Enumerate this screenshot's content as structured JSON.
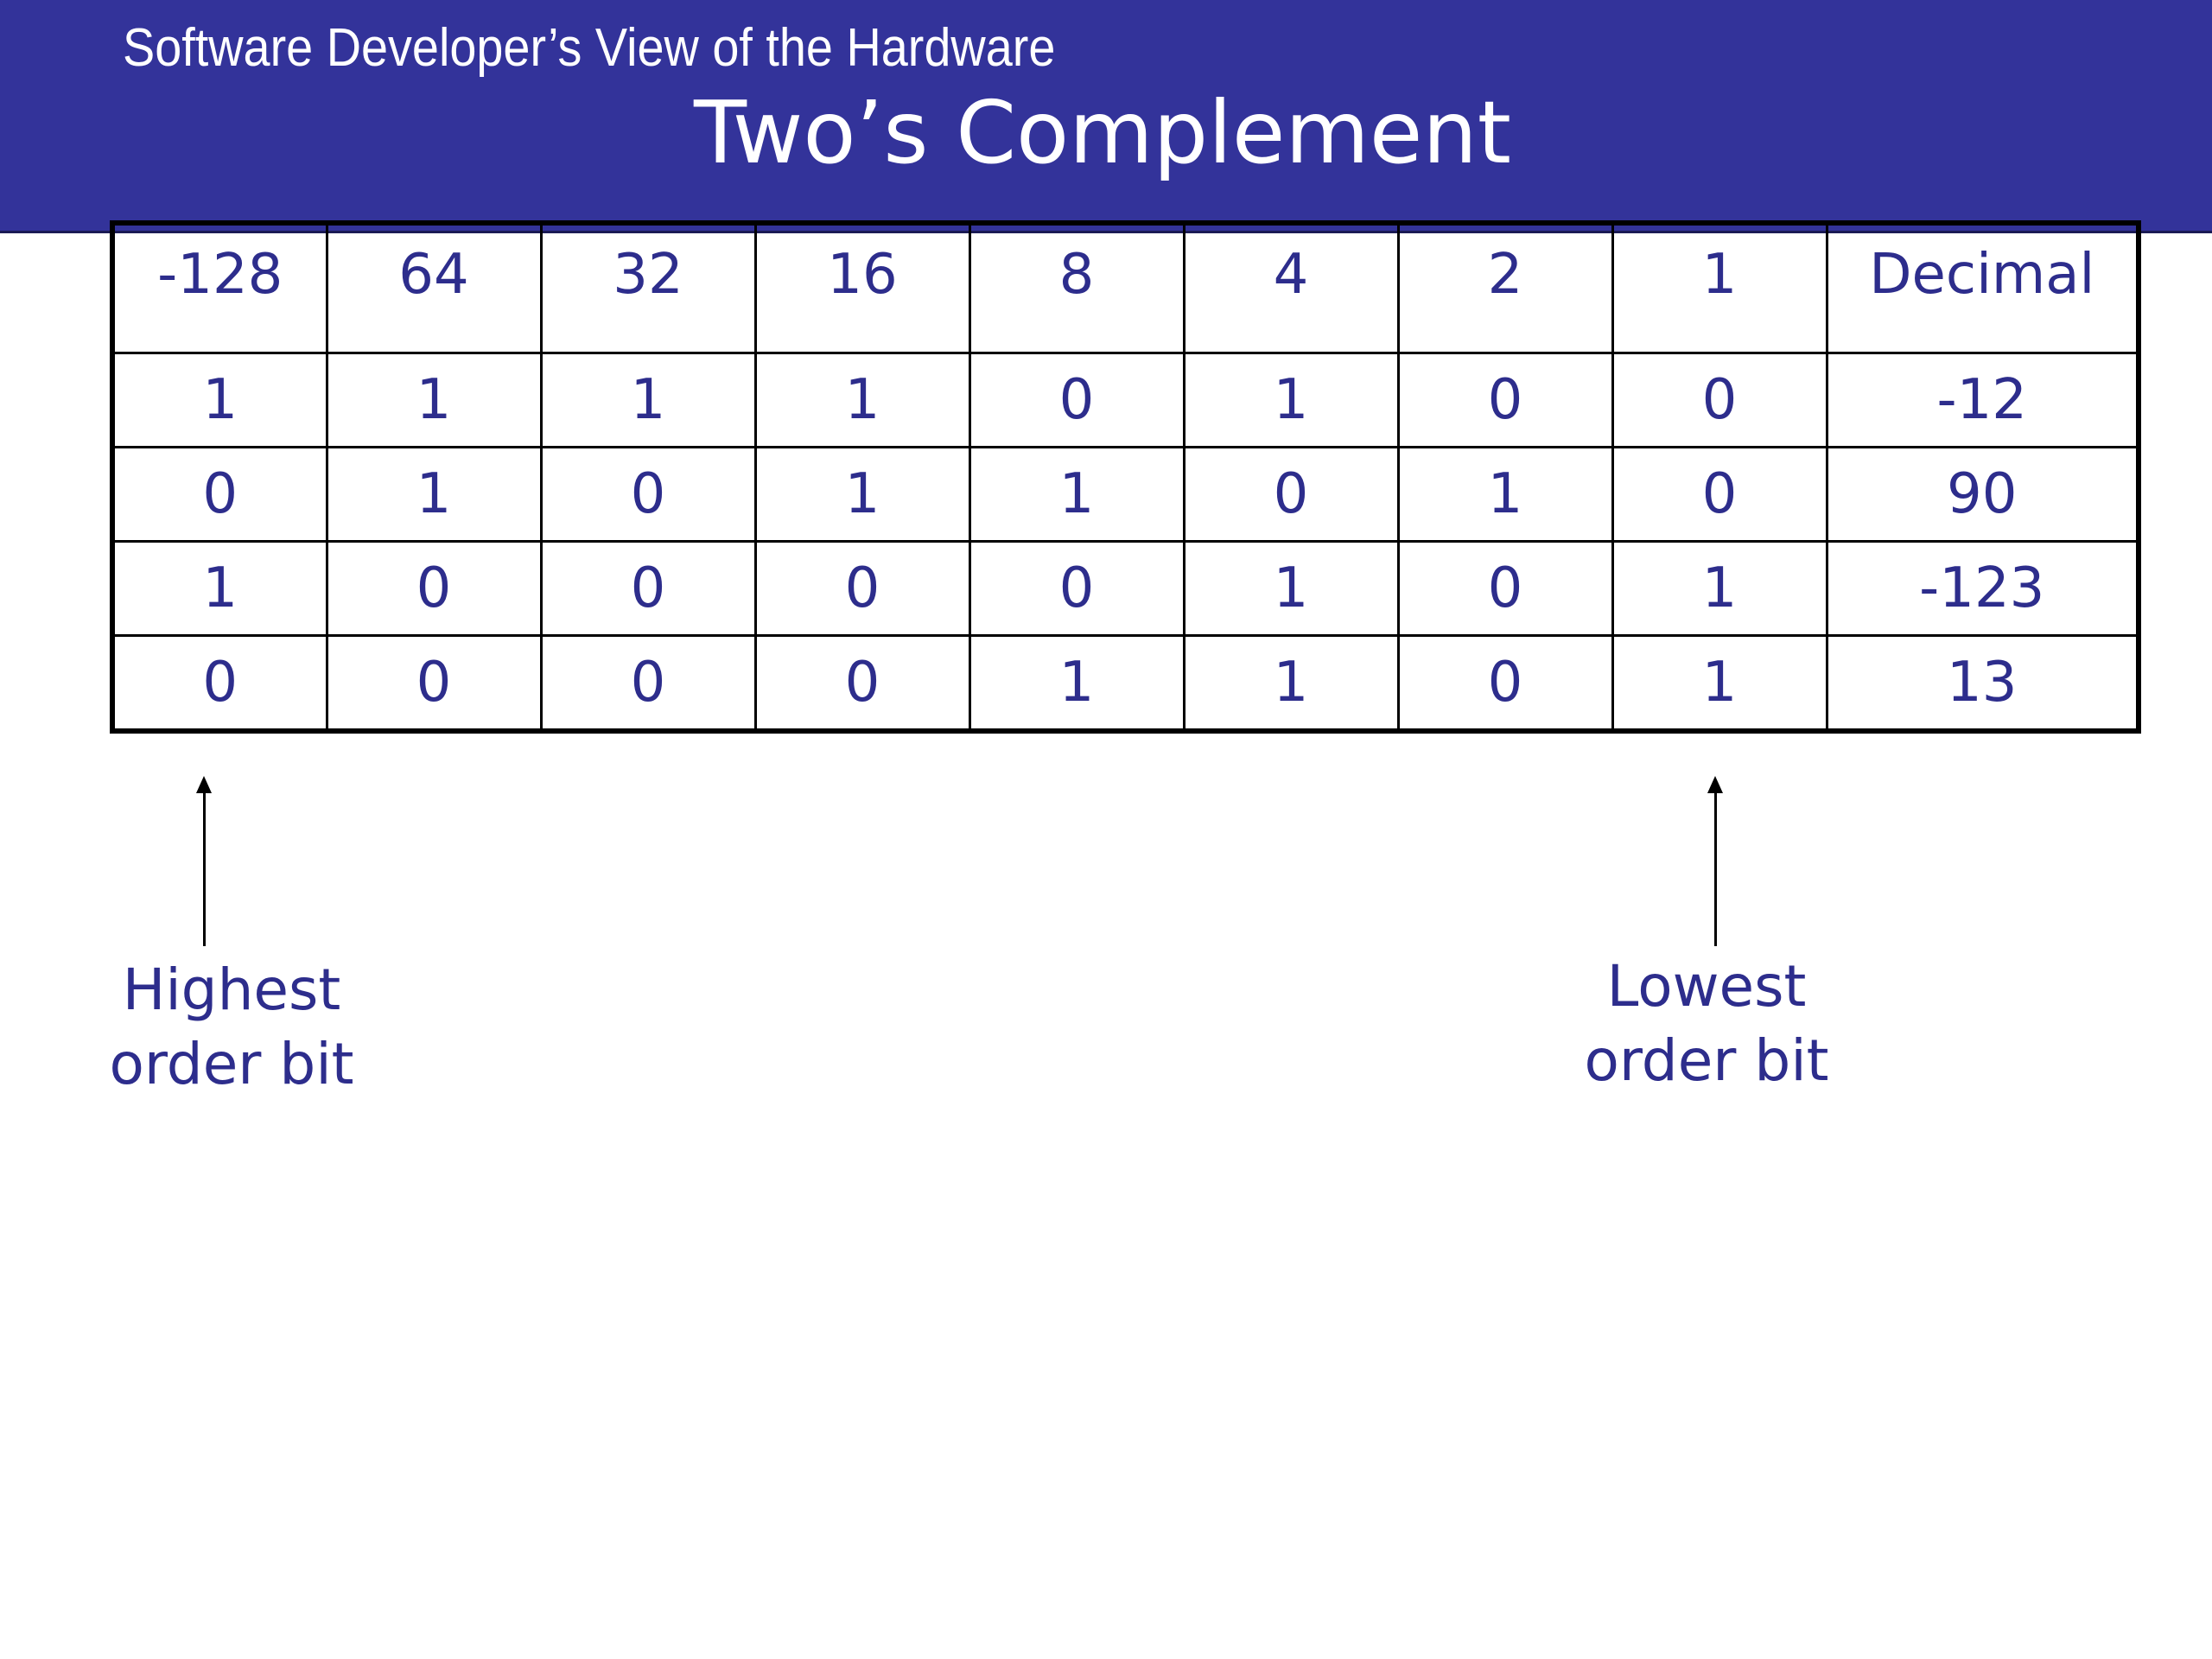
{
  "header": {
    "subtitle": "Software Developer’s View of the Hardware",
    "title": "Two’s Complement"
  },
  "table": {
    "headers": [
      "-128",
      "64",
      "32",
      "16",
      "8",
      "4",
      "2",
      "1",
      "Decimal"
    ],
    "rows": [
      [
        "1",
        "1",
        "1",
        "1",
        "0",
        "1",
        "0",
        "0",
        "-12"
      ],
      [
        "0",
        "1",
        "0",
        "1",
        "1",
        "0",
        "1",
        "0",
        "90"
      ],
      [
        "1",
        "0",
        "0",
        "0",
        "0",
        "1",
        "0",
        "1",
        "-123"
      ],
      [
        "0",
        "0",
        "0",
        "0",
        "1",
        "1",
        "0",
        "1",
        "13"
      ]
    ]
  },
  "annotations": {
    "highest": {
      "line1": "Highest",
      "line2": "order bit"
    },
    "lowest": {
      "line1": "Lowest",
      "line2": "order bit"
    }
  },
  "colors": {
    "header_background": "#33339a",
    "text": "#2d2d8c"
  }
}
